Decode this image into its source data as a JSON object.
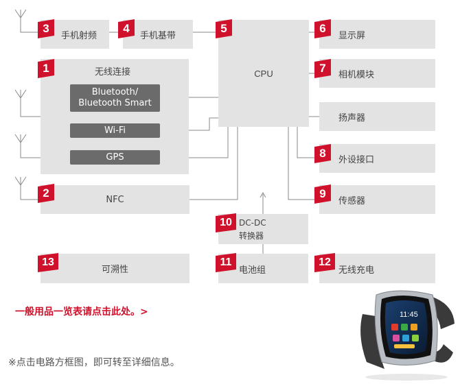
{
  "blocks": {
    "b3": {
      "num": "3",
      "label": "手机射频"
    },
    "b4": {
      "num": "4",
      "label": "手机基带"
    },
    "b5": {
      "num": "5",
      "label": "CPU"
    },
    "b6": {
      "num": "6",
      "label": "显示屏"
    },
    "b1": {
      "num": "1",
      "label": "无线连接"
    },
    "b7": {
      "num": "7",
      "label": "相机模块"
    },
    "bluetooth": {
      "label_line1": "Bluetooth/",
      "label_line2": "Bluetooth Smart"
    },
    "wifi": {
      "label": "Wi-Fi"
    },
    "gps": {
      "label": "GPS"
    },
    "speaker": {
      "label": "扬声器"
    },
    "b8": {
      "num": "8",
      "label": "外设接口"
    },
    "b2": {
      "num": "2",
      "label": "NFC"
    },
    "b9": {
      "num": "9",
      "label": "传感器"
    },
    "b10": {
      "num": "10",
      "label_line1": "DC-DC",
      "label_line2": "转换器"
    },
    "b13": {
      "num": "13",
      "label": "可溯性"
    },
    "b11": {
      "num": "11",
      "label": "电池组"
    },
    "b12": {
      "num": "12",
      "label": "无线充电"
    }
  },
  "footer": {
    "link": "一般用品一览表请点击此处。>",
    "note": "※点击电路方框图，即可转至详细信息。"
  },
  "watch": {
    "time": "11:45"
  },
  "colors": {
    "accent": "#d0112b",
    "block": "#e3e3e3",
    "dark_block": "#6b6b6b"
  }
}
